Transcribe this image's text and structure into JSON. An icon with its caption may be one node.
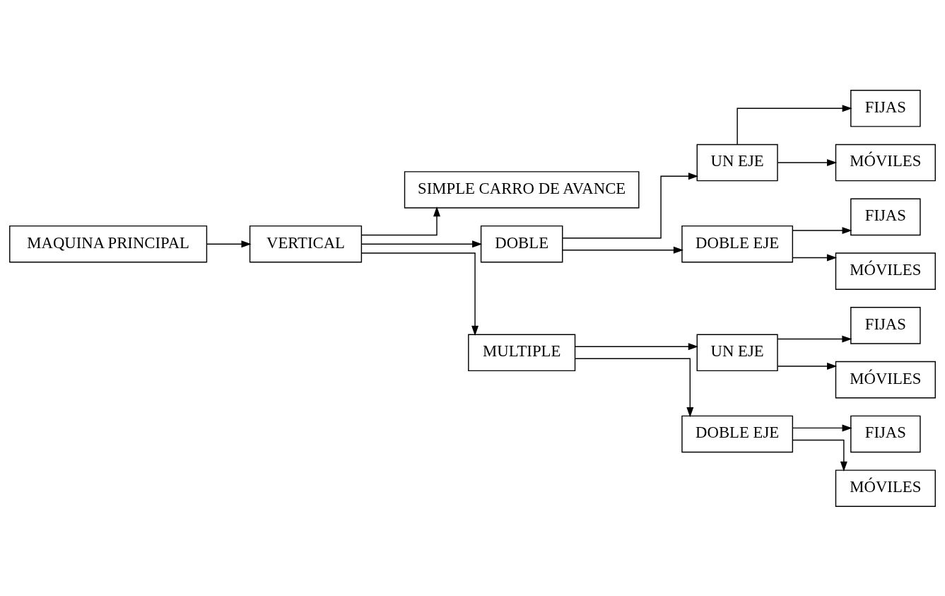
{
  "diagram": {
    "nodes": [
      {
        "text": [
          "MAQUINA PRINCIPAL"
        ]
      },
      {
        "text": [
          "VERTICAL"
        ]
      },
      {
        "text": [
          "SIMPLE CARRO DE AVANCE"
        ]
      },
      {
        "text": [
          "FIJAS"
        ]
      },
      {
        "text": [
          "UN EJE"
        ]
      },
      {
        "text": [
          "MÓVILES"
        ]
      },
      {
        "text": [
          "DOBLE"
        ]
      },
      {
        "text": [
          "FIJAS"
        ]
      },
      {
        "text": [
          "DOBLE EJE"
        ]
      },
      {
        "text": [
          "MÓVILES"
        ]
      },
      {
        "text": [
          "FIJAS"
        ]
      },
      {
        "text": [
          "UN EJE"
        ]
      },
      {
        "text": [
          "MÓVILES"
        ]
      },
      {
        "text": [
          "MULTIPLE"
        ]
      },
      {
        "text": [
          "FIJAS"
        ]
      },
      {
        "text": [
          "DOBLE EJE"
        ]
      },
      {
        "text": [
          "MÓVILES"
        ]
      }
    ],
    "edges": [
      {
        "from": 0,
        "to": 1,
        "arrow": "to"
      },
      {
        "from": 1,
        "to": 2,
        "arrow": "to"
      },
      {
        "from": 1,
        "to": 6,
        "arrow": "to"
      },
      {
        "from": 1,
        "to": 13,
        "arrow": "to"
      },
      {
        "from": 6,
        "to": 4,
        "arrow": "to"
      },
      {
        "from": 6,
        "to": 8,
        "arrow": "to"
      },
      {
        "from": 4,
        "to": 3,
        "arrow": "to"
      },
      {
        "from": 4,
        "to": 5,
        "arrow": "to"
      },
      {
        "from": 8,
        "to": 7,
        "arrow": "to"
      },
      {
        "from": 8,
        "to": 9,
        "arrow": "to"
      },
      {
        "from": 13,
        "to": 11,
        "arrow": "to"
      },
      {
        "from": 13,
        "to": 15,
        "arrow": "to"
      },
      {
        "from": 11,
        "to": 10,
        "arrow": "to"
      },
      {
        "from": 11,
        "to": 12,
        "arrow": "to"
      },
      {
        "from": 15,
        "to": 14,
        "arrow": "to"
      },
      {
        "from": 15,
        "to": 16,
        "arrow": "to"
      }
    ]
  }
}
